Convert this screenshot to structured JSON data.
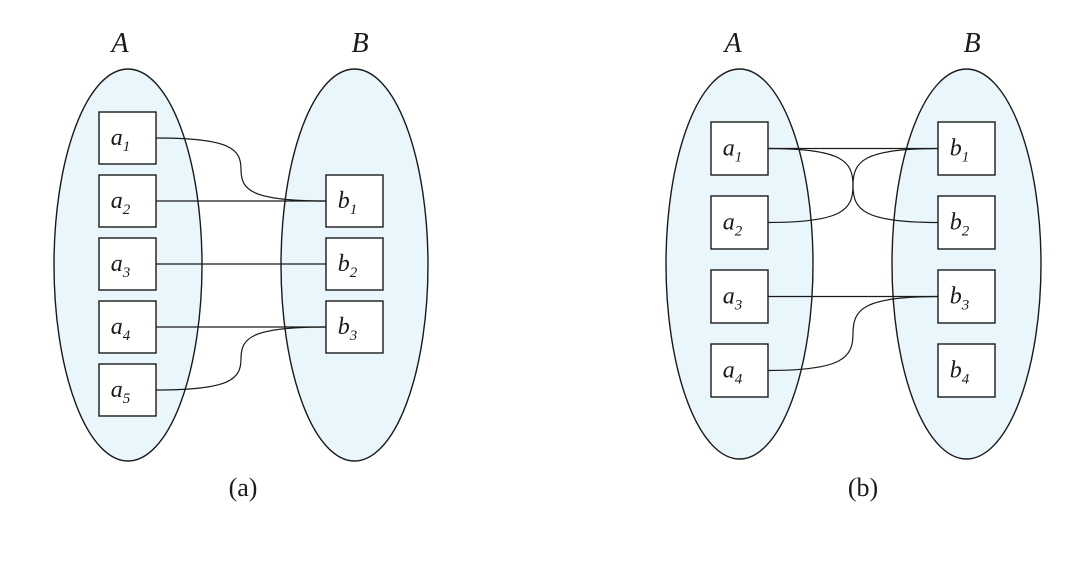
{
  "colors": {
    "set_fill": "#e9f6fc",
    "stroke": "#1a1a1a"
  },
  "panels": [
    {
      "caption": "(a)",
      "set_a": {
        "label": "A",
        "elements": [
          {
            "base": "a",
            "sub": "1"
          },
          {
            "base": "a",
            "sub": "2"
          },
          {
            "base": "a",
            "sub": "3"
          },
          {
            "base": "a",
            "sub": "4"
          },
          {
            "base": "a",
            "sub": "5"
          }
        ]
      },
      "set_b": {
        "label": "B",
        "elements": [
          {
            "base": "b",
            "sub": "1"
          },
          {
            "base": "b",
            "sub": "2"
          },
          {
            "base": "b",
            "sub": "3"
          }
        ]
      },
      "mappings": [
        [
          "a1",
          "b1"
        ],
        [
          "a2",
          "b1"
        ],
        [
          "a3",
          "b2"
        ],
        [
          "a4",
          "b3"
        ],
        [
          "a5",
          "b3"
        ]
      ]
    },
    {
      "caption": "(b)",
      "set_a": {
        "label": "A",
        "elements": [
          {
            "base": "a",
            "sub": "1"
          },
          {
            "base": "a",
            "sub": "2"
          },
          {
            "base": "a",
            "sub": "3"
          },
          {
            "base": "a",
            "sub": "4"
          }
        ]
      },
      "set_b": {
        "label": "B",
        "elements": [
          {
            "base": "b",
            "sub": "1"
          },
          {
            "base": "b",
            "sub": "2"
          },
          {
            "base": "b",
            "sub": "3"
          },
          {
            "base": "b",
            "sub": "4"
          }
        ]
      },
      "mappings": [
        [
          "a1",
          "b1"
        ],
        [
          "a1",
          "b2"
        ],
        [
          "a2",
          "b1"
        ],
        [
          "a3",
          "b3"
        ],
        [
          "a4",
          "b3"
        ]
      ]
    }
  ]
}
